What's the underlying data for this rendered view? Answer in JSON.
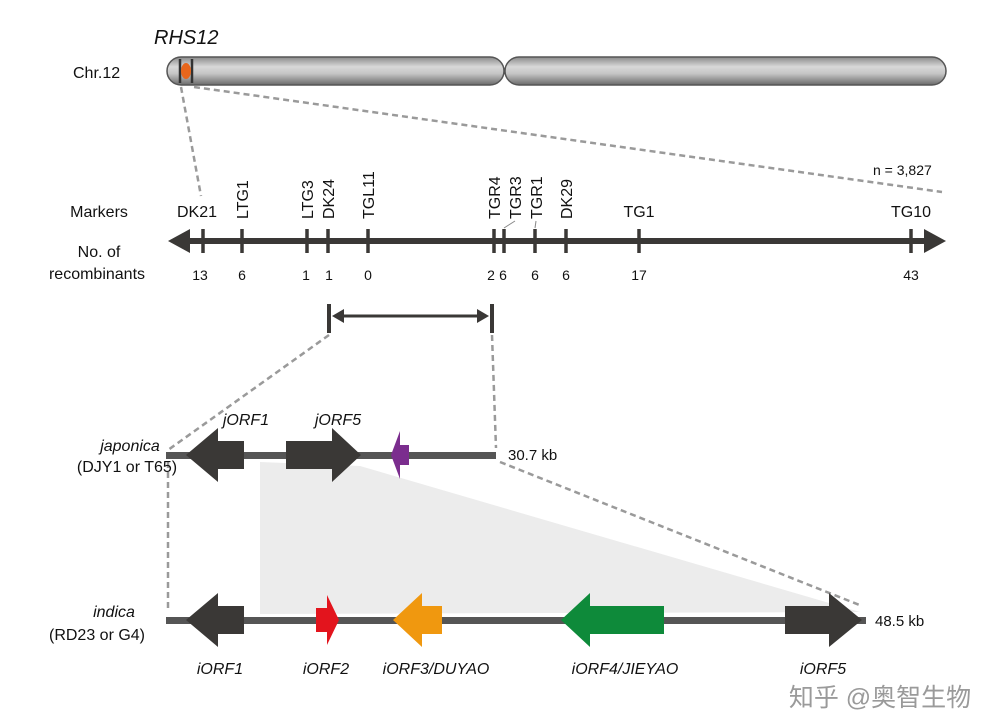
{
  "locus_name": "RHS12",
  "chromosome_label": "Chr.12",
  "population_size": "n = 3,827",
  "row_labels": {
    "markers": "Markers",
    "recombinants_line1": "No. of",
    "recombinants_line2": "recombinants"
  },
  "markers": [
    {
      "name": "DK21",
      "recombinants": "13"
    },
    {
      "name": "LTG1",
      "recombinants": "6"
    },
    {
      "name": "LTG3",
      "recombinants": "1"
    },
    {
      "name": "DK24",
      "recombinants": "1"
    },
    {
      "name": "TGL11",
      "recombinants": "0"
    },
    {
      "name": "TGR4",
      "recombinants": "2"
    },
    {
      "name": "TGR3",
      "recombinants": "6"
    },
    {
      "name": "TGR1",
      "recombinants": "6"
    },
    {
      "name": "DK29",
      "recombinants": "6"
    },
    {
      "name": "TG1",
      "recombinants": "17"
    },
    {
      "name": "TG10",
      "recombinants": "43"
    }
  ],
  "japonica": {
    "name": "japonica",
    "lines": "(DJY1 or T65)",
    "size": "30.7 kb",
    "genes": [
      {
        "label": "jORF1",
        "color": "#3a3836",
        "strand": "-"
      },
      {
        "label": "jORF5",
        "color": "#3a3836",
        "strand": "+"
      },
      {
        "label": "",
        "color": "#7b2d8e",
        "strand": "-"
      }
    ]
  },
  "indica": {
    "name": "indica",
    "lines": "(RD23 or G4)",
    "size": "48.5 kb",
    "genes": [
      {
        "label": "iORF1",
        "color": "#3a3836",
        "strand": "-"
      },
      {
        "label": "iORF2",
        "color": "#e3141d",
        "strand": "+"
      },
      {
        "label": "iORF3/DUYAO",
        "color": "#f0980f",
        "strand": "-"
      },
      {
        "label": "iORF4/JIEYAO",
        "color": "#0e8a3a",
        "strand": "-"
      },
      {
        "label": "iORF5",
        "color": "#3a3836",
        "strand": "+"
      }
    ]
  },
  "watermark": "知乎 @奥智生物",
  "colors": {
    "locus_highlight": "#e8661c",
    "axis": "#3a3836",
    "homology_shading": "#ececec"
  }
}
